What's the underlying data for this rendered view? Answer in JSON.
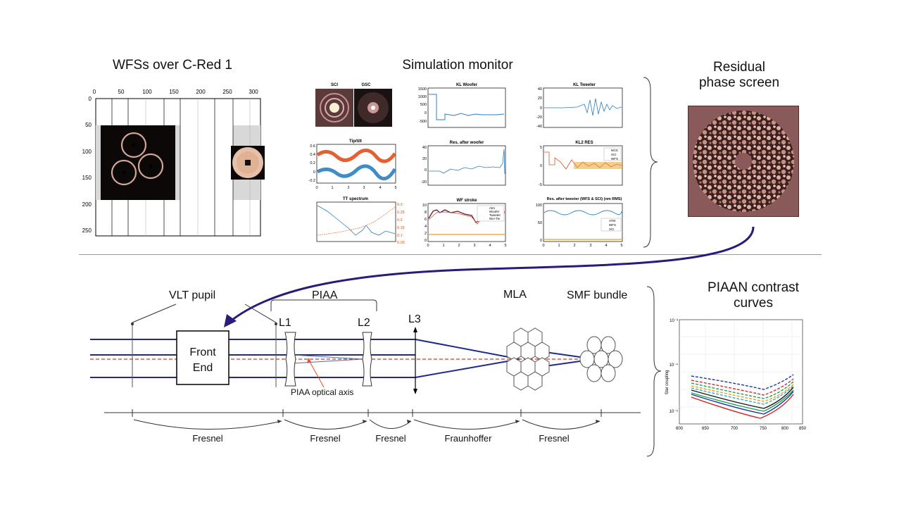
{
  "titles": {
    "wfs": "WFSs over C-Red 1",
    "sim": "Simulation monitor",
    "residual_line1": "Residual",
    "residual_line2": "phase screen",
    "piaan_line1": "PIAAN contrast",
    "piaan_line2": "curves"
  },
  "wfs_panel": {
    "x_ticks": [
      "0",
      "50",
      "100",
      "150",
      "200",
      "250",
      "300"
    ],
    "y_ticks": [
      "0",
      "50",
      "100",
      "150",
      "200",
      "250"
    ]
  },
  "sim_plots": [
    {
      "title": "SCI",
      "title2": "GSC"
    },
    {
      "title": "KL Woofer",
      "yticks": [
        "1500",
        "1000",
        "500",
        "0",
        "-500"
      ]
    },
    {
      "title": "KL Tweeter",
      "yticks": [
        "40",
        "20",
        "0",
        "-20",
        "-40"
      ]
    },
    {
      "title": "Tip/tilt",
      "yticks": [
        "0.6",
        "0.4",
        "0.2",
        "0",
        "-0.2"
      ],
      "xticks": [
        "0",
        "1",
        "2",
        "3",
        "4",
        "5"
      ]
    },
    {
      "title": "Res. after woofer",
      "yticks": [
        "40",
        "20",
        "0",
        "-20"
      ]
    },
    {
      "title": "KL2 RES",
      "yticks": [
        "5",
        "0",
        "-5"
      ],
      "legend": [
        "NGS",
        "SCI",
        "WFS"
      ]
    },
    {
      "title": "TT spectrum",
      "yticks_right": [
        "0.3",
        "0.25",
        "0.2",
        "0.15",
        "0.1",
        "0.05"
      ]
    },
    {
      "title": "WF stroke",
      "yticks": [
        "10",
        "8",
        "6",
        "4",
        "2",
        "0"
      ],
      "xticks": [
        "0",
        "1",
        "2",
        "3",
        "4",
        "5"
      ],
      "legend": [
        "Atm",
        "Woofer",
        "Tweeter",
        "Wo+Tw"
      ]
    },
    {
      "title": "Res. after tweeter (WFS & SCI) (nm RMS)",
      "yticks": [
        "100",
        "50",
        "0"
      ],
      "xticks": [
        "0",
        "1",
        "2",
        "3",
        "4",
        "5"
      ],
      "legend": [
        "ATM",
        "WFS",
        "SCI"
      ]
    }
  ],
  "optics": {
    "vlt_pupil": "VLT pupil",
    "piaa": "PIAA",
    "l1": "L1",
    "l2": "L2",
    "l3": "L3",
    "mla": "MLA",
    "smf": "SMF bundle",
    "front_end_line1": "Front",
    "front_end_line2": "End",
    "piaa_axis": "PIAA optical axis"
  },
  "propagation": [
    "Fresnel",
    "Fresnel",
    "Fresnel",
    "Fraunhoffer",
    "Fresnel"
  ],
  "contrast": {
    "ylabel": "Star coupling",
    "xticks": [
      "600",
      "650",
      "700",
      "750",
      "800",
      "850"
    ],
    "yticks": [
      "10⁻³",
      "10⁻⁴",
      "10⁻⁵"
    ]
  },
  "colors": {
    "beam": "#1f2a8c",
    "arrow": "#2a1a7a",
    "axis_dashed": "#d0392b",
    "woofer_blue": "#2a7fc0",
    "tiptilt_red": "#e0501a",
    "wavefront_pink": "#8a5a5a"
  }
}
